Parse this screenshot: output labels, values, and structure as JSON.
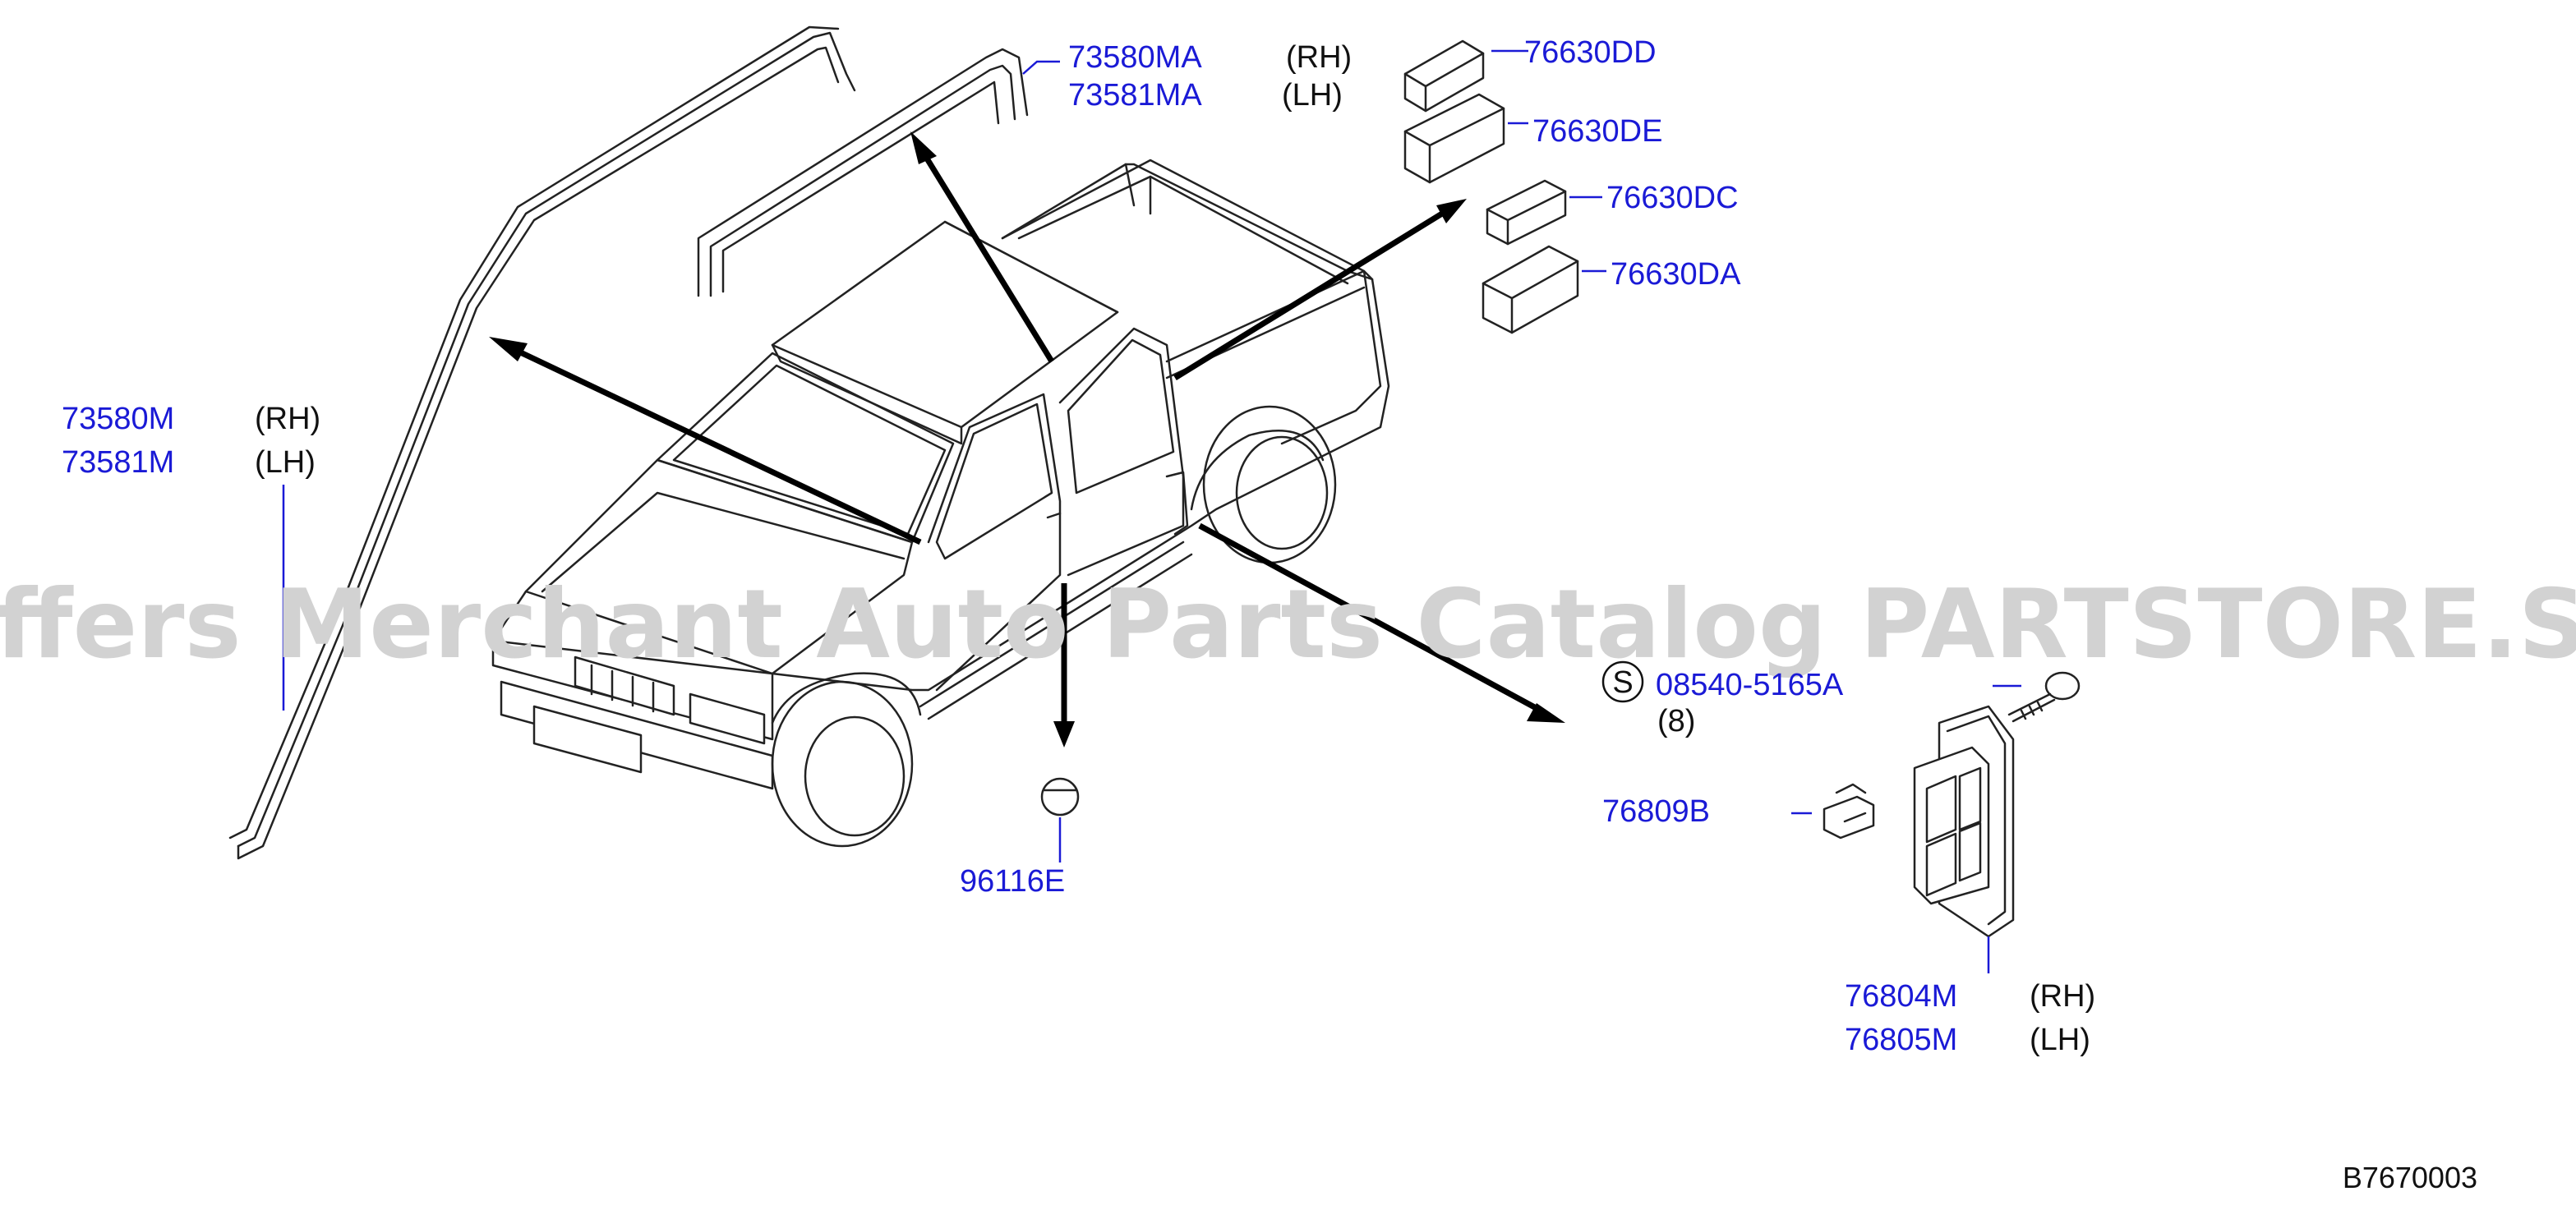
{
  "parts": {
    "p73580MA": "73580MA",
    "p73581MA": "73581MA",
    "p76630DD": "76630DD",
    "p76630DE": "76630DE",
    "p76630DC": "76630DC",
    "p76630DA": "76630DA",
    "p73580M": "73580M",
    "p73581M": "73581M",
    "p08540": "08540-5165A",
    "qty8": "(8)",
    "s_symbol": "S",
    "p76809B": "76809B",
    "p96116E": "96116E",
    "p76804M": "76804M",
    "p76805M": "76805M"
  },
  "sides": {
    "rh": "(RH)",
    "lh": "(LH)"
  },
  "watermark": "Offers Merchant Auto Parts Catalog PARTSTORE.SA",
  "diagram_ref": "B7670003",
  "colors": {
    "part_number": "#1a1ad6",
    "line": "#222222",
    "watermark": "#d2d2d2"
  }
}
